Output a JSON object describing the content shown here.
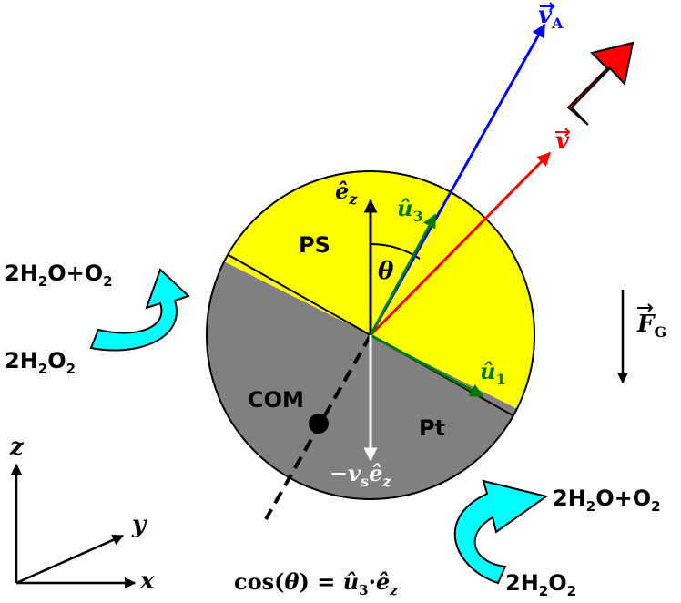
{
  "colors": {
    "ps_cap": "#ffff00",
    "pt_cap": "#808080",
    "velocity_a": "#0000ff",
    "velocity": "#ff0000",
    "body_axis": "#007a00",
    "reaction_arrow": "#00ffff",
    "direction_arrow": "#ff0000",
    "ink": "#000000",
    "down_arrow": "#ffffff"
  },
  "icons": {
    "reaction_top_left": "curved-reaction-arrow-icon",
    "reaction_bottom_right": "curved-reaction-arrow-icon",
    "direction": "fat-direction-arrow-icon"
  },
  "labels": {
    "vA_symbol": "v",
    "vA_sub": "A",
    "v_symbol": "v",
    "ez_symbol": "ê",
    "ez_sub": "z",
    "u3_symbol": "û",
    "u3_sub": "3",
    "u1_symbol": "û",
    "u1_sub": "1",
    "theta": "θ",
    "ps": "PS",
    "pt": "Pt",
    "com": "COM",
    "vs_prefix": "−v",
    "vs_sub": "s",
    "vs_ez": "ê",
    "vs_ez_sub": "z",
    "fg_symbol": "F",
    "fg_sub": "G",
    "reaction_tl_product": [
      "2H",
      "2",
      "O+O",
      "2"
    ],
    "reaction_tl_reactant": [
      "2H",
      "2",
      "O",
      "2"
    ],
    "reaction_br_product": [
      "2H",
      "2",
      "O+O",
      "2"
    ],
    "reaction_br_reactant": [
      "2H",
      "2",
      "O",
      "2"
    ],
    "axis_x": "x",
    "axis_y": "y",
    "axis_z": "z",
    "formula_cos": "cos(",
    "formula_theta": "θ",
    "formula_eq": ") = ",
    "formula_u": "û",
    "formula_u_sub": "3",
    "formula_dot": "·",
    "formula_e": "ê",
    "formula_e_sub": "z"
  }
}
